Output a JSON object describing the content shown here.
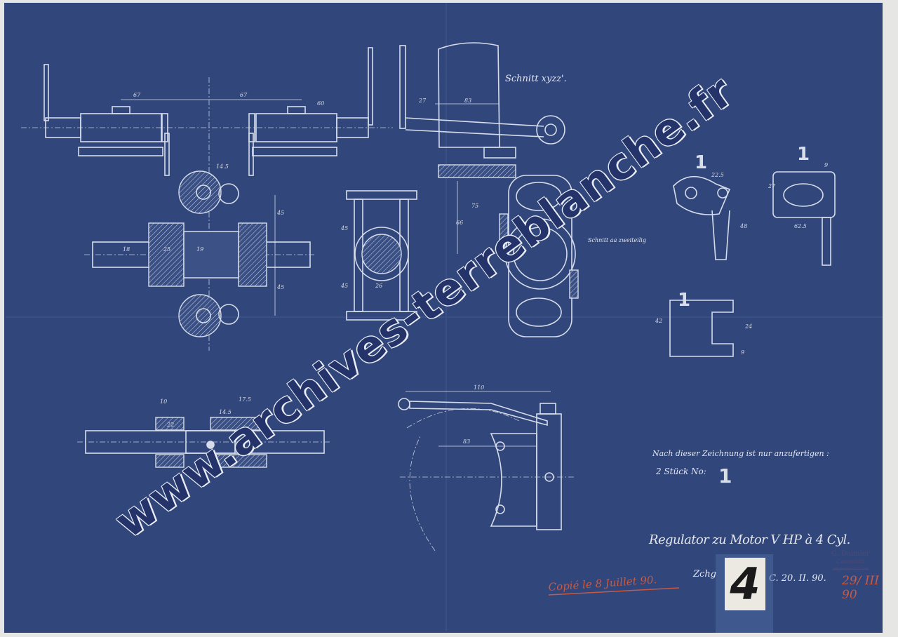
{
  "drawing": {
    "section_label": "Schnitt xyzz'.",
    "instruction": "Nach dieser Zeichnung ist nur anzufertigen :",
    "quantity_text": "2 Stück No:",
    "part_number": "1",
    "part_markers": [
      "1",
      "1",
      "1"
    ],
    "title": "Regulator zu Motor V HP à 4 Cyl.",
    "drawing_prefix": "Zchg",
    "drawing_number": "4",
    "date_signature": "C. 20. II. 90.",
    "red_date": "29/ III 90",
    "copy_note": "Copié le 8 Juillet 90.",
    "stamp_lines": [
      "G. Daimler",
      "Cannstatt",
      "Ingenieurbüro"
    ],
    "annotation": "Schnitt aa zweiteilig",
    "dimensions": [
      "67",
      "67",
      "60",
      "14.5",
      "45",
      "45",
      "18",
      "25",
      "19",
      "45",
      "45",
      "26",
      "27",
      "83",
      "75",
      "66",
      "22.5",
      "48",
      "62.5",
      "27",
      "9",
      "42",
      "24",
      "9",
      "10",
      "14.5",
      "22",
      "17.5",
      "110",
      "83"
    ]
  },
  "watermark": "www.archives-terreblanche.fr",
  "colors": {
    "paper": "#31467a",
    "lines": "#d6dcea",
    "red_ink": "#c85a44"
  }
}
